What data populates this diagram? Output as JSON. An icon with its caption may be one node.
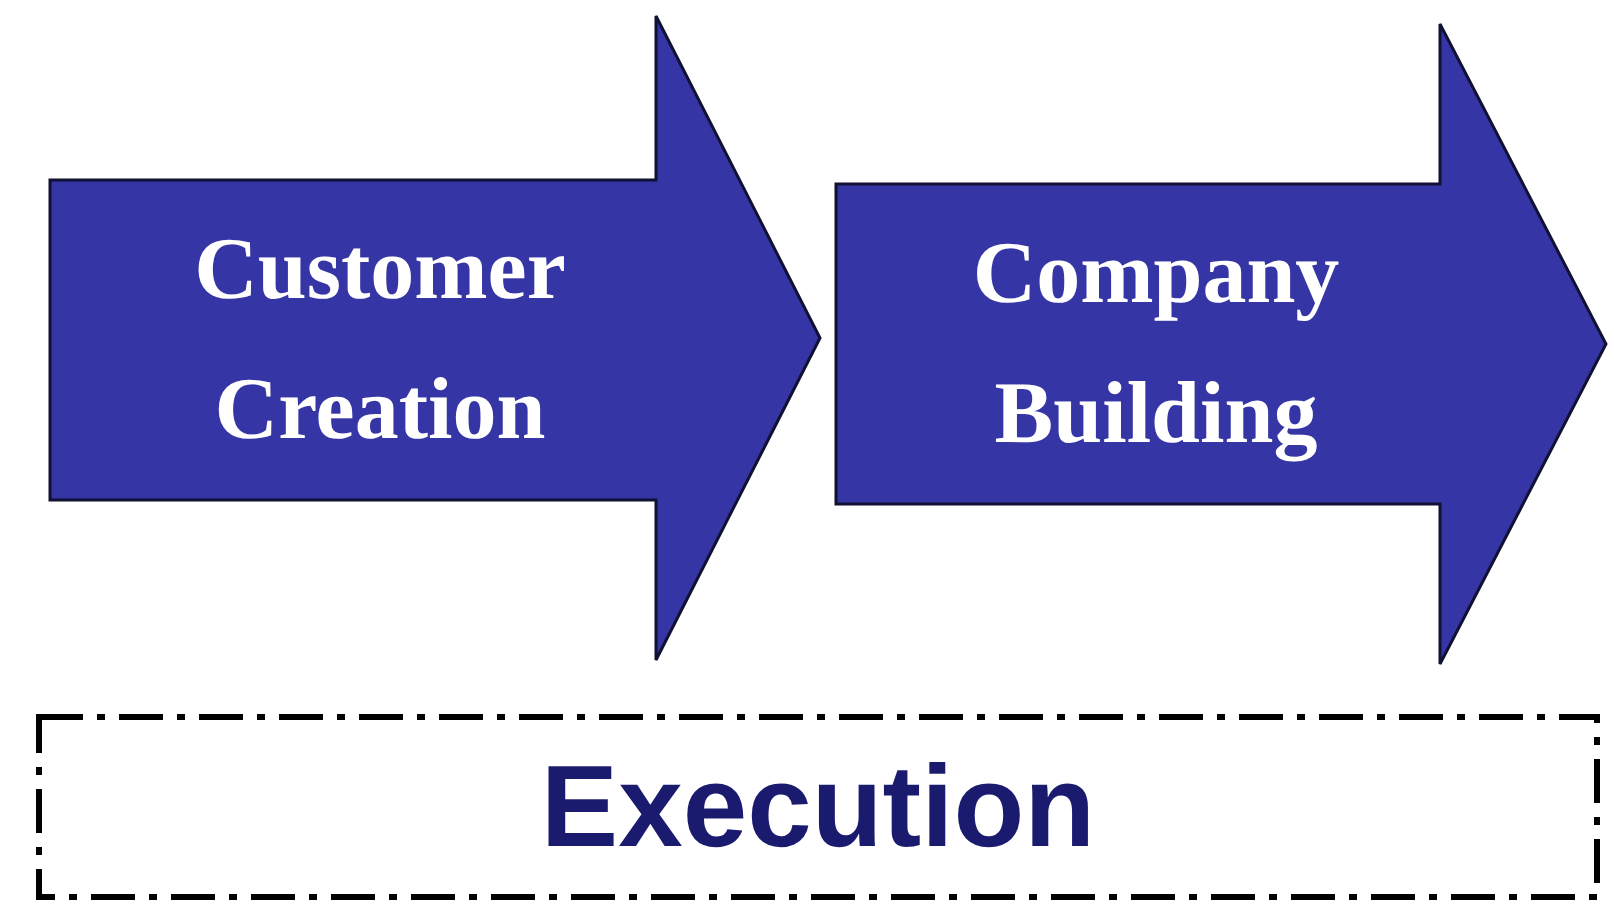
{
  "diagram": {
    "nodes": [
      {
        "text": [
          "Customer Creation"
        ]
      },
      {
        "text": [
          "Company Building"
        ]
      },
      {
        "text": [
          "Execution"
        ]
      }
    ]
  }
}
